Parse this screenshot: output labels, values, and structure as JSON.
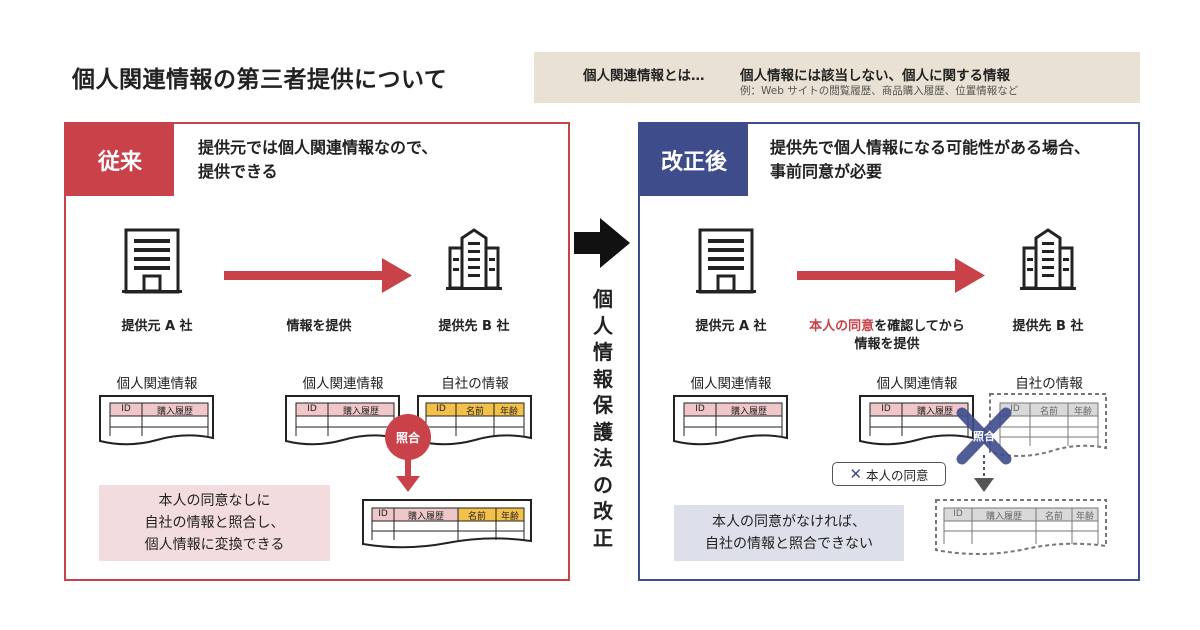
{
  "title": "個人関連情報の第三者提供について",
  "definition": {
    "term": "個人関連情報とは…",
    "description": "個人情報には該当しない、個人に関する情報",
    "example": "例：Web サイトの閲覧履歴、商品購入履歴、位置情報など"
  },
  "center_label": [
    "個",
    "人",
    "情",
    "報",
    "保",
    "護",
    "法",
    "の",
    "改",
    "正"
  ],
  "before": {
    "tag": "従来",
    "headline_1": "提供元では個人関連情報なので、",
    "headline_2": "提供できる",
    "provider": "提供元 A 社",
    "action": "情報を提供",
    "recipient": "提供先 B 社",
    "table1_title": "個人関連情報",
    "table2_title": "個人関連情報",
    "table3_title": "自社の情報",
    "match_label": "照合",
    "note": [
      "本人の同意なしに",
      "自社の情報と照合し、",
      "個人情報に変換できる"
    ]
  },
  "after": {
    "tag": "改正後",
    "headline_1": "提供先で個人情報になる可能性がある場合、",
    "headline_2": "事前同意が必要",
    "provider": "提供元 A 社",
    "action_highlight": "本人の同意",
    "action_rest": "を確認してから",
    "action_line2": "情報を提供",
    "recipient": "提供先 B 社",
    "table1_title": "個人関連情報",
    "table2_title": "個人関連情報",
    "table3_title": "自社の情報",
    "match_label": "照合",
    "consent_label": "本人の同意",
    "note": [
      "本人の同意がなければ、",
      "自社の情報と照合できない"
    ]
  },
  "table_headers": {
    "id": "ID",
    "purchase": "購入履歴",
    "name": "名前",
    "age": "年齢"
  },
  "colors": {
    "red": "#c9424a",
    "navy": "#3f4c8c",
    "beige": "#e9e1d4",
    "pink_cell": "#efc7c9",
    "yellow_cell": "#f3c14a",
    "gray_cell": "#d9d9d9"
  }
}
